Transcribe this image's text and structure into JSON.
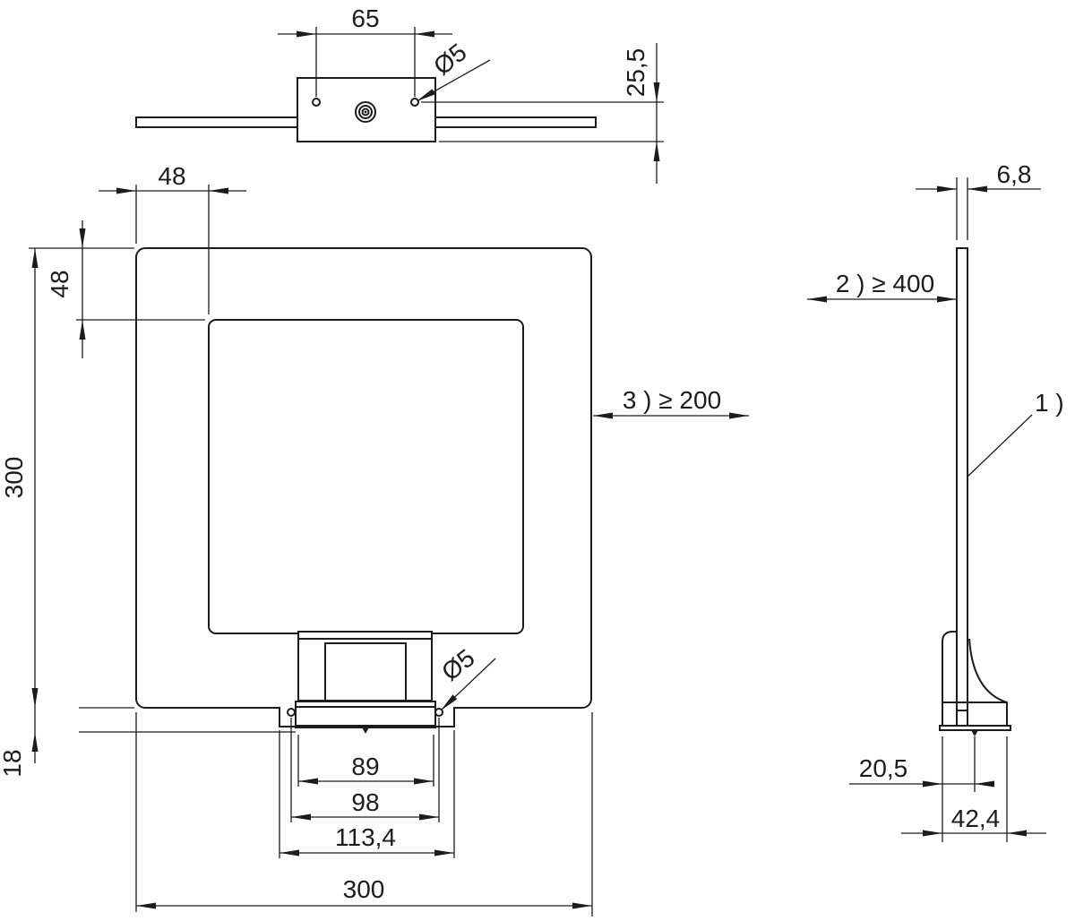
{
  "drawing": {
    "background_color": "#ffffff",
    "line_color": "#1c1c1c",
    "top_view": {
      "hole_spacing": "65",
      "hole_diameter": "Ø5",
      "connector_offset": "25,5"
    },
    "front_view": {
      "corner_inset_horizontal": "48",
      "corner_inset_vertical": "48",
      "overall_height": "300",
      "bracket_depth": "18",
      "side_clearance": "3 )  ≥  200",
      "hole_diameter": "Ø5",
      "flange_width": "89",
      "hole_spacing": "98",
      "cutout_width": "113,4",
      "overall_width": "300"
    },
    "side_view": {
      "panel_thickness": "6,8",
      "front_clearance": "2 )  ≥  400",
      "callout_1": "1 )",
      "base_center_offset": "20,5",
      "base_depth": "42,4"
    }
  }
}
